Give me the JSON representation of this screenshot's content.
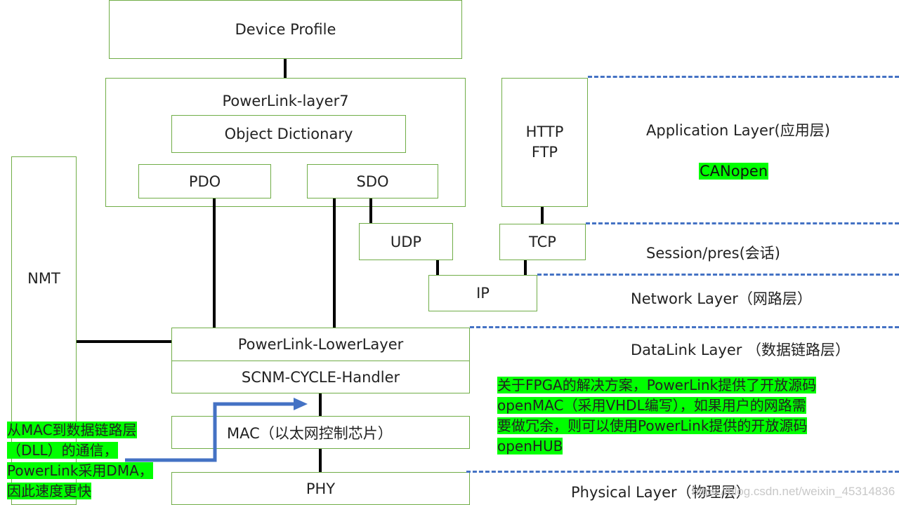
{
  "boxes": {
    "device_profile": "Device Profile",
    "powerlink_layer7": "PowerLink-layer7",
    "object_dictionary": "Object Dictionary",
    "pdo": "PDO",
    "sdo": "SDO",
    "http_ftp": [
      "HTTP",
      "FTP"
    ],
    "nmt": "NMT",
    "udp": "UDP",
    "tcp": "TCP",
    "ip": "IP",
    "powerlink_lowerlayer": "PowerLink-LowerLayer",
    "scnm_cycle_handler": "SCNM-CYCLE-Handler",
    "mac": "MAC（以太网控制芯片）",
    "phy": "PHY"
  },
  "layers": {
    "application": "Application Layer(应用层)",
    "canopen": "CANopen",
    "session": "Session/pres(会话)",
    "network": "Network Layer（网路层）",
    "datalink": "DataLink Layer （数据链路层）",
    "physical": "Physical Layer（物理层）"
  },
  "notes": {
    "dma_note": [
      "从MAC到数据链路层",
      "（DLL）的通信，",
      "PowerLink采用DMA，",
      "因此速度更快"
    ],
    "fpga_note": [
      "关于FPGA的解决方案，PowerLink提供了开放源码",
      "openMAC（采用VHDL编写），如果用户的网路需",
      "要做冗余，则可以使用PowerLink提供的开放源码",
      "openHUB"
    ]
  },
  "watermark": "https://blog.csdn.net/weixin_45314836",
  "colors": {
    "box_border": "#70ad47",
    "dashed_line": "#4472c4",
    "arrow": "#4472c4",
    "highlight": "#00ff00"
  }
}
